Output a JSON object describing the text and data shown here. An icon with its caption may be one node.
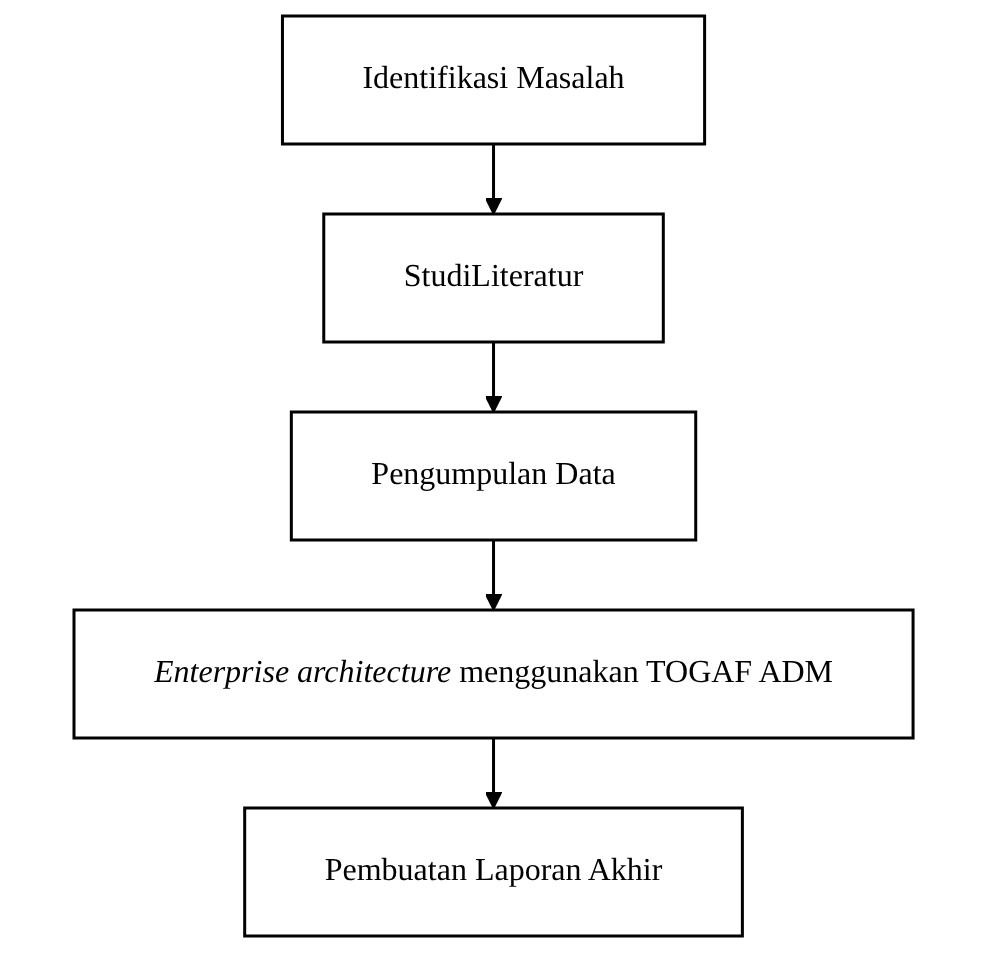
{
  "diagram": {
    "nodes": [
      {
        "text": [
          "Identifikasi Masalah"
        ]
      },
      {
        "text": [
          "StudiLiteratur"
        ]
      },
      {
        "text": [
          "Pengumpulan Data"
        ]
      },
      {
        "text": [
          "*Enterprise architecture* menggunakan TOGAF ADM"
        ]
      },
      {
        "text": [
          "Pembuatan Laporan Akhir"
        ]
      }
    ],
    "edges": [
      {
        "from": 0,
        "to": 1,
        "arrow": "to"
      },
      {
        "from": 1,
        "to": 2,
        "arrow": "to"
      },
      {
        "from": 2,
        "to": 3,
        "arrow": "to"
      },
      {
        "from": 3,
        "to": 4,
        "arrow": "to"
      }
    ]
  }
}
